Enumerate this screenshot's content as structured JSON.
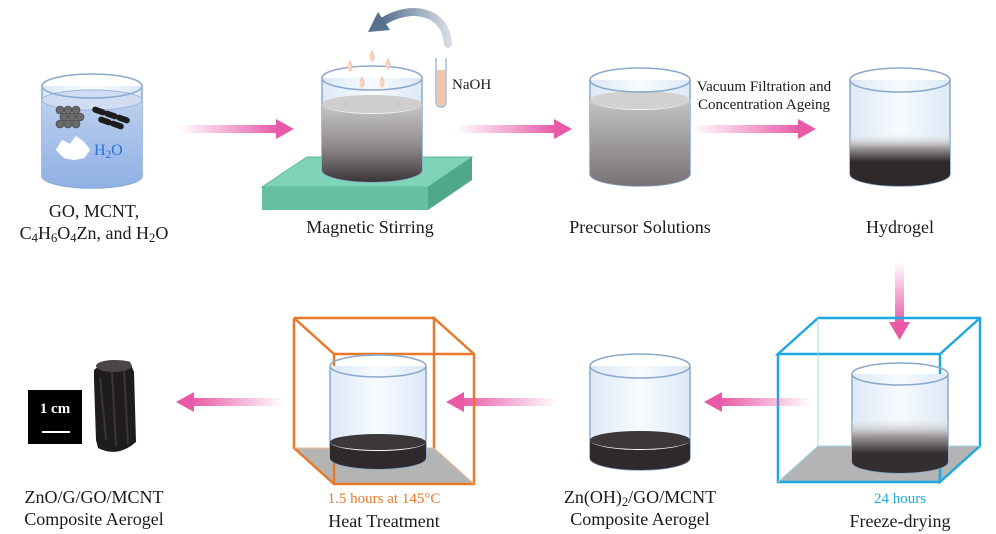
{
  "steps": {
    "raw_materials": {
      "line1": "GO, MCNT,",
      "line2_parts": [
        "C",
        "4",
        "H",
        "6",
        "O",
        "4",
        "Zn, and H",
        "2",
        "O"
      ]
    },
    "beaker_water_label_parts": [
      "H",
      "2",
      "O"
    ],
    "magnetic_stirring": "Magnetic Stirring",
    "naoh": "NaOH",
    "precursor": "Precursor Solutions",
    "vacuum_line1": "Vacuum Filtration and",
    "vacuum_line2": "Concentration Ageing",
    "hydrogel": "Hydrogel",
    "freeze_time": "24 hours",
    "freeze_drying": "Freeze-drying",
    "znoh_parts": [
      "Zn(OH)",
      "2",
      "/GO/MCNT"
    ],
    "znoh_line2": "Composite Aerogel",
    "heat_time": "1.5 hours at 145°C",
    "heat_treatment": "Heat Treatment",
    "final_line1": "ZnO/G/GO/MCNT",
    "final_line2": "Composite Aerogel",
    "scale_bar": "1 cm"
  },
  "colors": {
    "arrow_pink": "#e85aa8",
    "freeze_box": "#1fa8e0",
    "heat_box": "#e8782a",
    "stir_plate": "#7fd4b8",
    "water_label": "#2a6fd6"
  }
}
